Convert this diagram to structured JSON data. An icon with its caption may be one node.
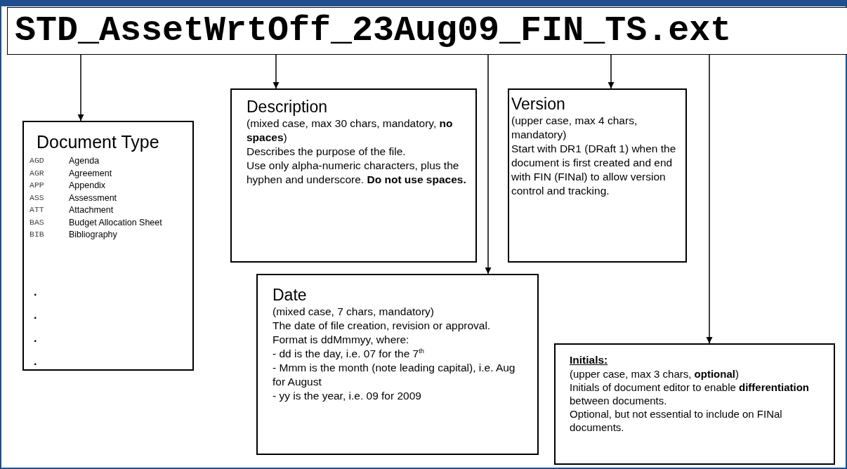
{
  "diagram": {
    "nodes": [
      {
        "text": [
          "STD_AssetWrtOff_23Aug09_FIN_TS.ext"
        ]
      },
      {
        "text": [
          "Document Type",
          "AGD",
          "Agenda",
          "AGR",
          "Agreement",
          "APP",
          "Appendix",
          "ASS",
          "Assessment",
          "ATT",
          "Attachment",
          "BAS",
          "Budget Allocation Sheet",
          "BIB",
          "Bibliography"
        ]
      },
      {
        "text": [
          "Description",
          "(mixed case, max 30 chars, mandatory, **no spaces**)",
          "Describes the purpose of the file.",
          "Use only alpha-numeric characters, plus the hyphen and underscore. **Do not use spaces.**"
        ]
      },
      {
        "text": [
          "Version",
          "(upper case, max 4 chars, mandatory)",
          "Start with DR1 (DRaft 1) when the document is first created and end with FIN (FINal) to allow version control and tracking."
        ]
      },
      {
        "text": [
          "Date",
          "(mixed case, 7 chars, mandatory)",
          "The date of file creation, revision or approval.",
          "Format is ddMmmyy, where:",
          "- dd is the day, i.e. 07 for the 7$^{th}$",
          "- Mmm is the month (note leading capital), i.e. Aug for August",
          "- yy is the year, i.e. 09 for 2009"
        ]
      },
      {
        "text": [
          "Initials:",
          "(upper case, max 3 chars, **optional**)",
          "Initials of document editor to enable **differentiation** between documents.",
          "Optional, but not essential to include on FINal documents."
        ]
      }
    ],
    "edges": [
      {
        "from": 0,
        "to": 1,
        "arrow": "to"
      },
      {
        "from": 0,
        "to": 2,
        "arrow": "to"
      },
      {
        "from": 0,
        "to": 4,
        "arrow": "to"
      },
      {
        "from": 0,
        "to": 3,
        "arrow": "to"
      },
      {
        "from": 0,
        "to": 5,
        "arrow": "to"
      }
    ],
    "labels": [
      ".",
      ".",
      ".",
      "."
    ]
  }
}
